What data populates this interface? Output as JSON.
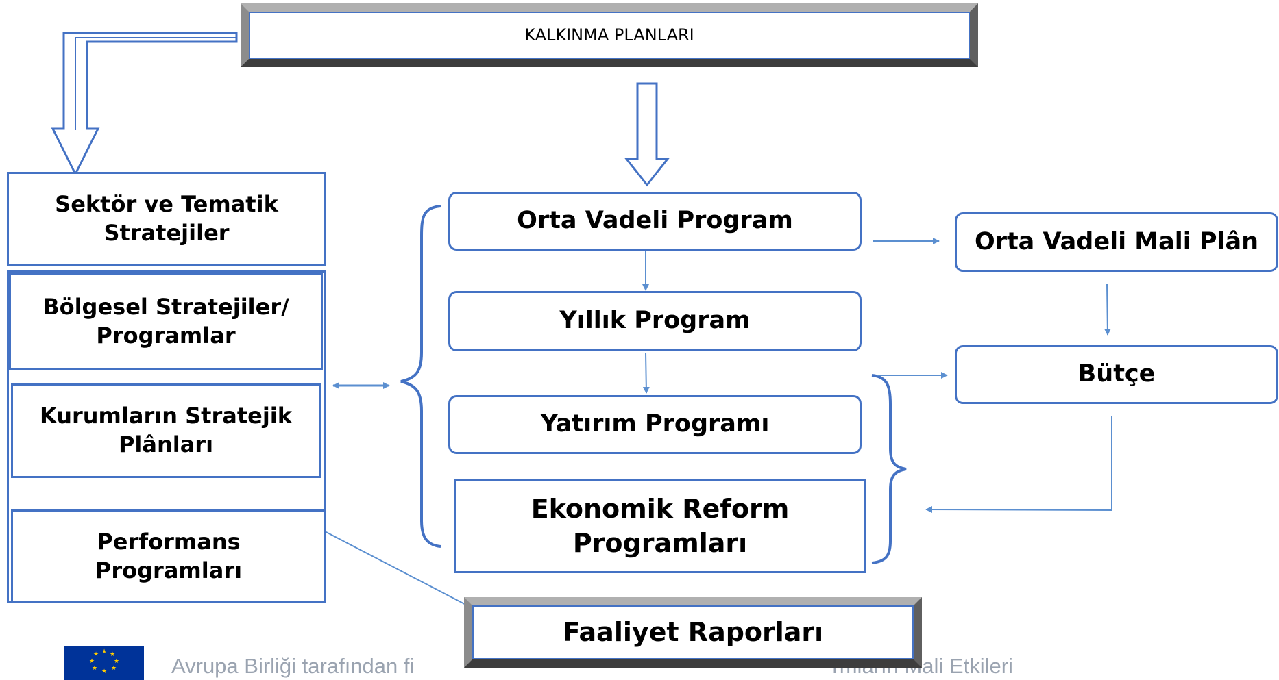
{
  "top": {
    "title": "KALKINMA PLANLARI"
  },
  "left": {
    "sector": "Sektör ve Tematik Stratejiler",
    "regional": "Bölgesel Stratejiler/ Programlar",
    "institutional": "Kurumların Stratejik Plânları",
    "performance": "Performans Programları"
  },
  "center": {
    "ovp": "Orta Vadeli Program",
    "annual": "Yıllık Program",
    "investment": "Yatırım Programı",
    "economic_reform": "Ekonomik Reform Programları"
  },
  "right": {
    "fiscal_plan": "Orta Vadeli Mali Plân",
    "budget": "Bütçe"
  },
  "bottom": {
    "activity_reports": "Faaliyet Raporları"
  },
  "footer": {
    "text_left": "Avrupa Birliği tarafından fi",
    "text_right": "rmların Mali Etkileri"
  },
  "colors": {
    "accent": "#4472c4",
    "line": "#5b8fd0",
    "footer_text": "#9aa3b0"
  }
}
